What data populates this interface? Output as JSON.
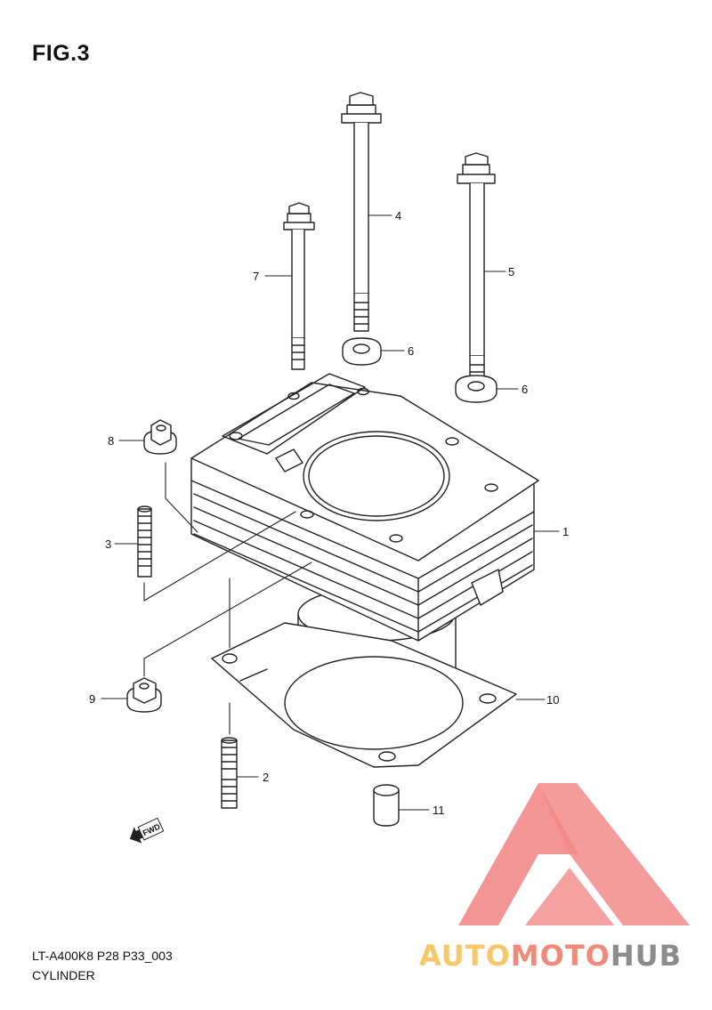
{
  "figure": {
    "title": "FIG.3",
    "code": "LT-A400K8 P28 P33_003",
    "name": "CYLINDER"
  },
  "callouts": [
    "1",
    "2",
    "3",
    "4",
    "5",
    "6",
    "6",
    "7",
    "8",
    "9",
    "10",
    "11"
  ],
  "fwd_badge": "FWD",
  "watermark": {
    "word_part1": "AUTO",
    "word_part2": "MOTO",
    "word_part3": "HUB",
    "colors": {
      "triangle": "#f28a8a",
      "part1": "#f6c86a",
      "part2": "#f08a7a",
      "part3": "#8c8c8c"
    }
  }
}
